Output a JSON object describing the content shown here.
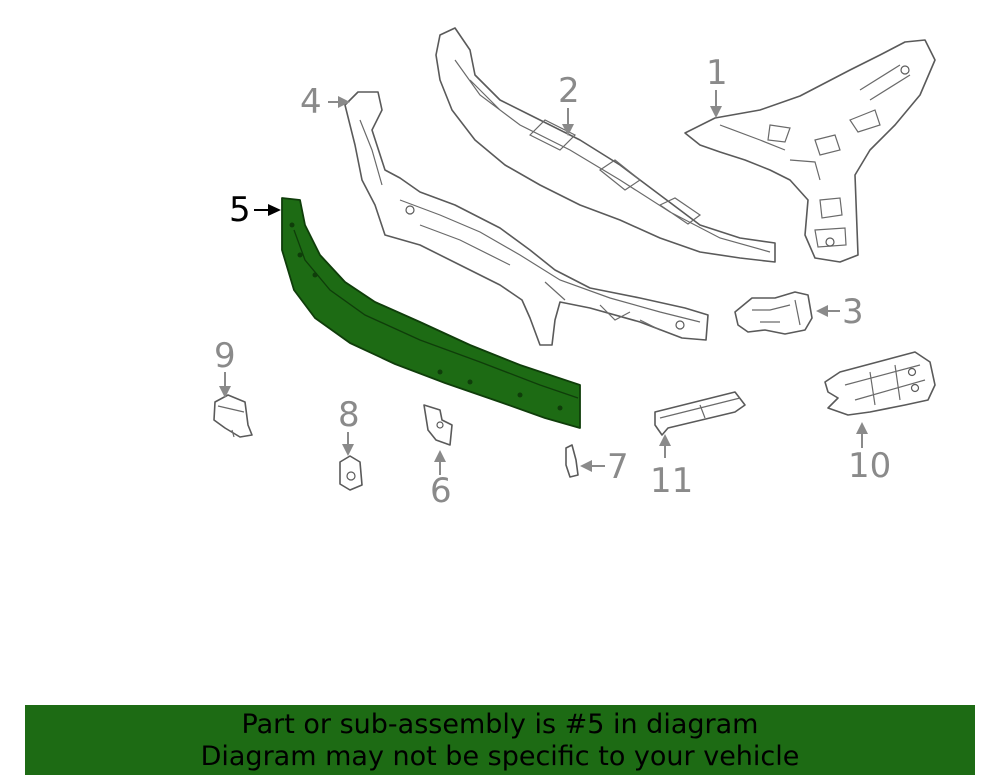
{
  "callouts": {
    "c1": "1",
    "c2": "2",
    "c3": "3",
    "c4": "4",
    "c5": "5",
    "c6": "6",
    "c7": "7",
    "c8": "8",
    "c9": "9",
    "c10": "10",
    "c11": "11"
  },
  "highlight_color": "#1d6b14",
  "banner": {
    "line1": "Part or sub-assembly is #5 in diagram",
    "line2": "Diagram may not be specific to your vehicle"
  }
}
